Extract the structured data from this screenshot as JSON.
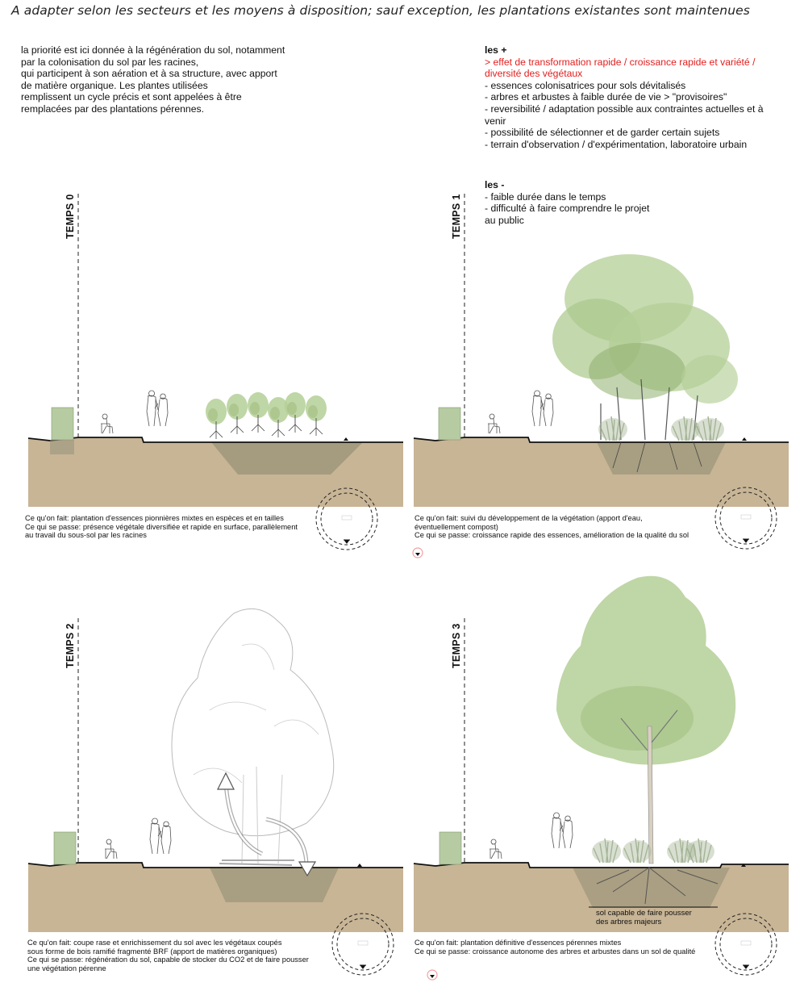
{
  "header": "A adapter selon les secteurs et les moyens à disposition; sauf exception, les plantations existantes sont maintenues",
  "intro": [
    "la priorité est ici donnée à la régénération du sol, notamment",
    "par la colonisation du sol par les racines,",
    "qui participent à son aération et à sa structure, avec apport",
    "de matière organique. Les plantes utilisées",
    "remplissent un cycle précis et sont appelées à être",
    "remplacées par des plantations pérennes."
  ],
  "plus": {
    "title": "les +",
    "highlight_1": "> effet de transformation rapide / croissance rapide et variété /",
    "highlight_2": "diversité des végétaux",
    "items": [
      "- essences colonisatrices pour sols dévitalisés",
      "- arbres et arbustes à faible durée de vie > \"provisoires\"",
      "- reversibilité / adaptation possible aux contraintes actuelles et à",
      "venir",
      "- possibilité de sélectionner et de garder certain sujets",
      "- terrain d'observation / d'expérimentation, laboratoire urbain"
    ]
  },
  "minus": {
    "title": "les -",
    "items": [
      "- faible durée dans le temps",
      "- difficulté à faire comprendre le projet",
      "au public"
    ]
  },
  "panels": [
    {
      "label": "TEMPS 0",
      "caption": [
        "Ce qu'on fait: plantation d'essences pionnières mixtes en espèces et en tailles",
        "Ce qui se passe: présence végétale diversifiée et rapide en surface, parallèlement",
        "au travail du sous-sol par les racines"
      ]
    },
    {
      "label": "TEMPS 1",
      "caption": [
        "Ce qu'on fait: suivi du développement de la végétation (apport d'eau,",
        "éventuellement compost)",
        "Ce qui se passe: croissance rapide des essences, amélioration de la qualité du sol"
      ]
    },
    {
      "label": "TEMPS 2",
      "caption": [
        " Ce qu'on fait: coupe rase et enrichissement du sol avec les végétaux coupés",
        "sous forme de bois ramifié fragmenté BRF (apport de matières organiques)",
        "Ce qui se passe: régénération du sol, capable de stocker du CO2 et de faire pousser",
        "une végétation pérenne"
      ]
    },
    {
      "label": "TEMPS 3",
      "caption": [
        "Ce qu'on fait: plantation définitive d'essences pérennes mixtes",
        "Ce qui se passe: croissance autonome des arbres et arbustes dans un sol de qualité"
      ],
      "annotation": [
        "sol capable de faire pousser",
        "des arbres majeurs"
      ]
    }
  ],
  "colors": {
    "soil": "#c8b596",
    "soil_dark": "#9a9478",
    "foliage": "#b4cf97",
    "foliage_dark": "#8fae6e",
    "highlight": "#e41d1d"
  }
}
